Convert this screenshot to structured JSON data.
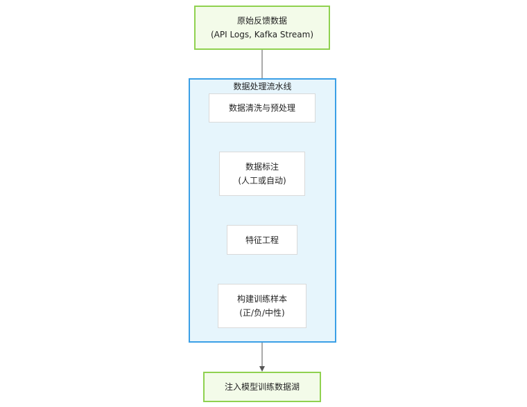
{
  "source": {
    "line1": "原始反馈数据",
    "line2": "(API Logs, Kafka Stream)"
  },
  "pipeline": {
    "title": "数据处理流水线",
    "steps": [
      {
        "lines": [
          "数据清洗与预处理"
        ]
      },
      {
        "lines": [
          "数据标注",
          "(人工或自动)"
        ]
      },
      {
        "lines": [
          "特征工程"
        ]
      },
      {
        "lines": [
          "构建训练样本",
          "(正/负/中性)"
        ]
      }
    ]
  },
  "sink": {
    "line1": "注入模型训练数据湖"
  },
  "colors": {
    "green_border": "#8fd14f",
    "green_fill": "#f3fbe9",
    "group_border": "#3a9fe6",
    "group_fill": "#e6f5fc",
    "edge": "#555555"
  }
}
